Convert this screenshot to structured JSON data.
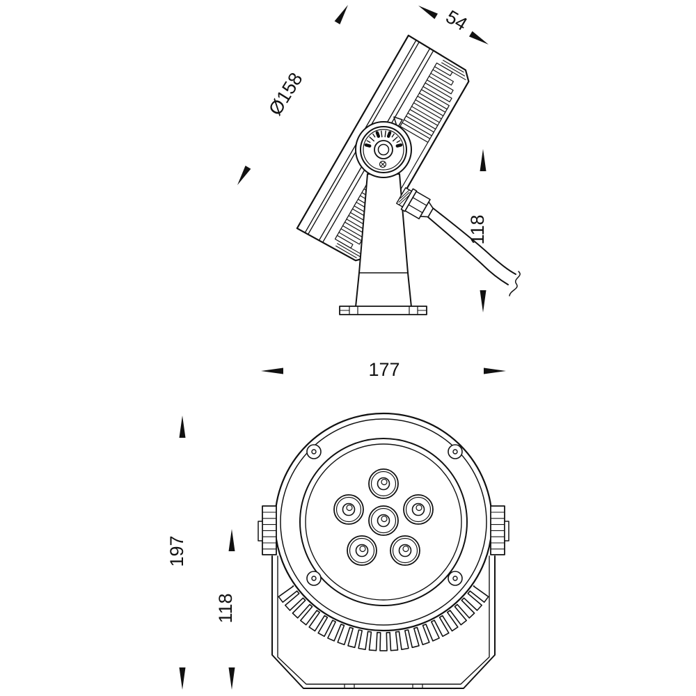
{
  "colors": {
    "line": "#111111",
    "background": "#ffffff"
  },
  "side_view": {
    "diameter": "Ø158",
    "depth": "54",
    "stand_height": "118"
  },
  "front_view": {
    "width": "177",
    "total_height": "197",
    "body_height": "118"
  }
}
